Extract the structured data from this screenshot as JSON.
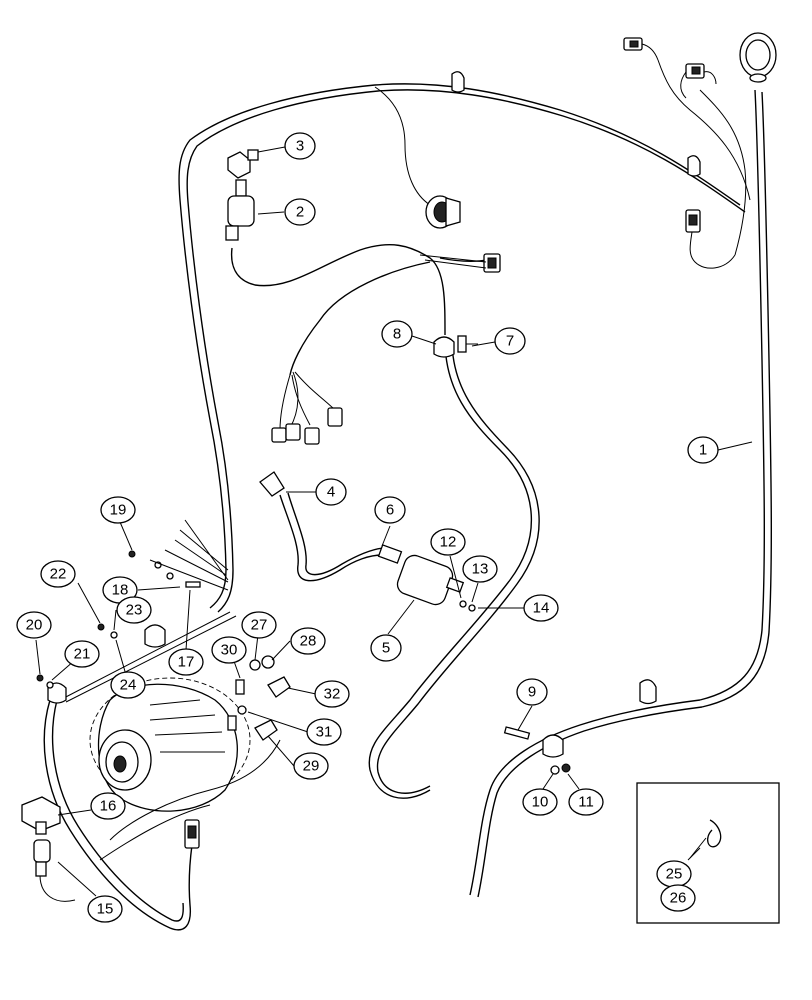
{
  "callouts": [
    {
      "id": "c1",
      "label": "1"
    },
    {
      "id": "c2",
      "label": "2"
    },
    {
      "id": "c3",
      "label": "3"
    },
    {
      "id": "c4",
      "label": "4"
    },
    {
      "id": "c5",
      "label": "5"
    },
    {
      "id": "c6",
      "label": "6"
    },
    {
      "id": "c7",
      "label": "7"
    },
    {
      "id": "c8",
      "label": "8"
    },
    {
      "id": "c9",
      "label": "9"
    },
    {
      "id": "c10",
      "label": "10"
    },
    {
      "id": "c11",
      "label": "11"
    },
    {
      "id": "c12",
      "label": "12"
    },
    {
      "id": "c13",
      "label": "13"
    },
    {
      "id": "c14",
      "label": "14"
    },
    {
      "id": "c15",
      "label": "15"
    },
    {
      "id": "c16",
      "label": "16"
    },
    {
      "id": "c17",
      "label": "17"
    },
    {
      "id": "c18",
      "label": "18"
    },
    {
      "id": "c19",
      "label": "19"
    },
    {
      "id": "c20",
      "label": "20"
    },
    {
      "id": "c21",
      "label": "21"
    },
    {
      "id": "c22",
      "label": "22"
    },
    {
      "id": "c23",
      "label": "23"
    },
    {
      "id": "c24",
      "label": "24"
    },
    {
      "id": "c25",
      "label": "25"
    },
    {
      "id": "c26",
      "label": "26"
    },
    {
      "id": "c27",
      "label": "27"
    },
    {
      "id": "c28",
      "label": "28"
    },
    {
      "id": "c29",
      "label": "29"
    },
    {
      "id": "c30",
      "label": "30"
    },
    {
      "id": "c31",
      "label": "31"
    },
    {
      "id": "c32",
      "label": "32"
    }
  ]
}
